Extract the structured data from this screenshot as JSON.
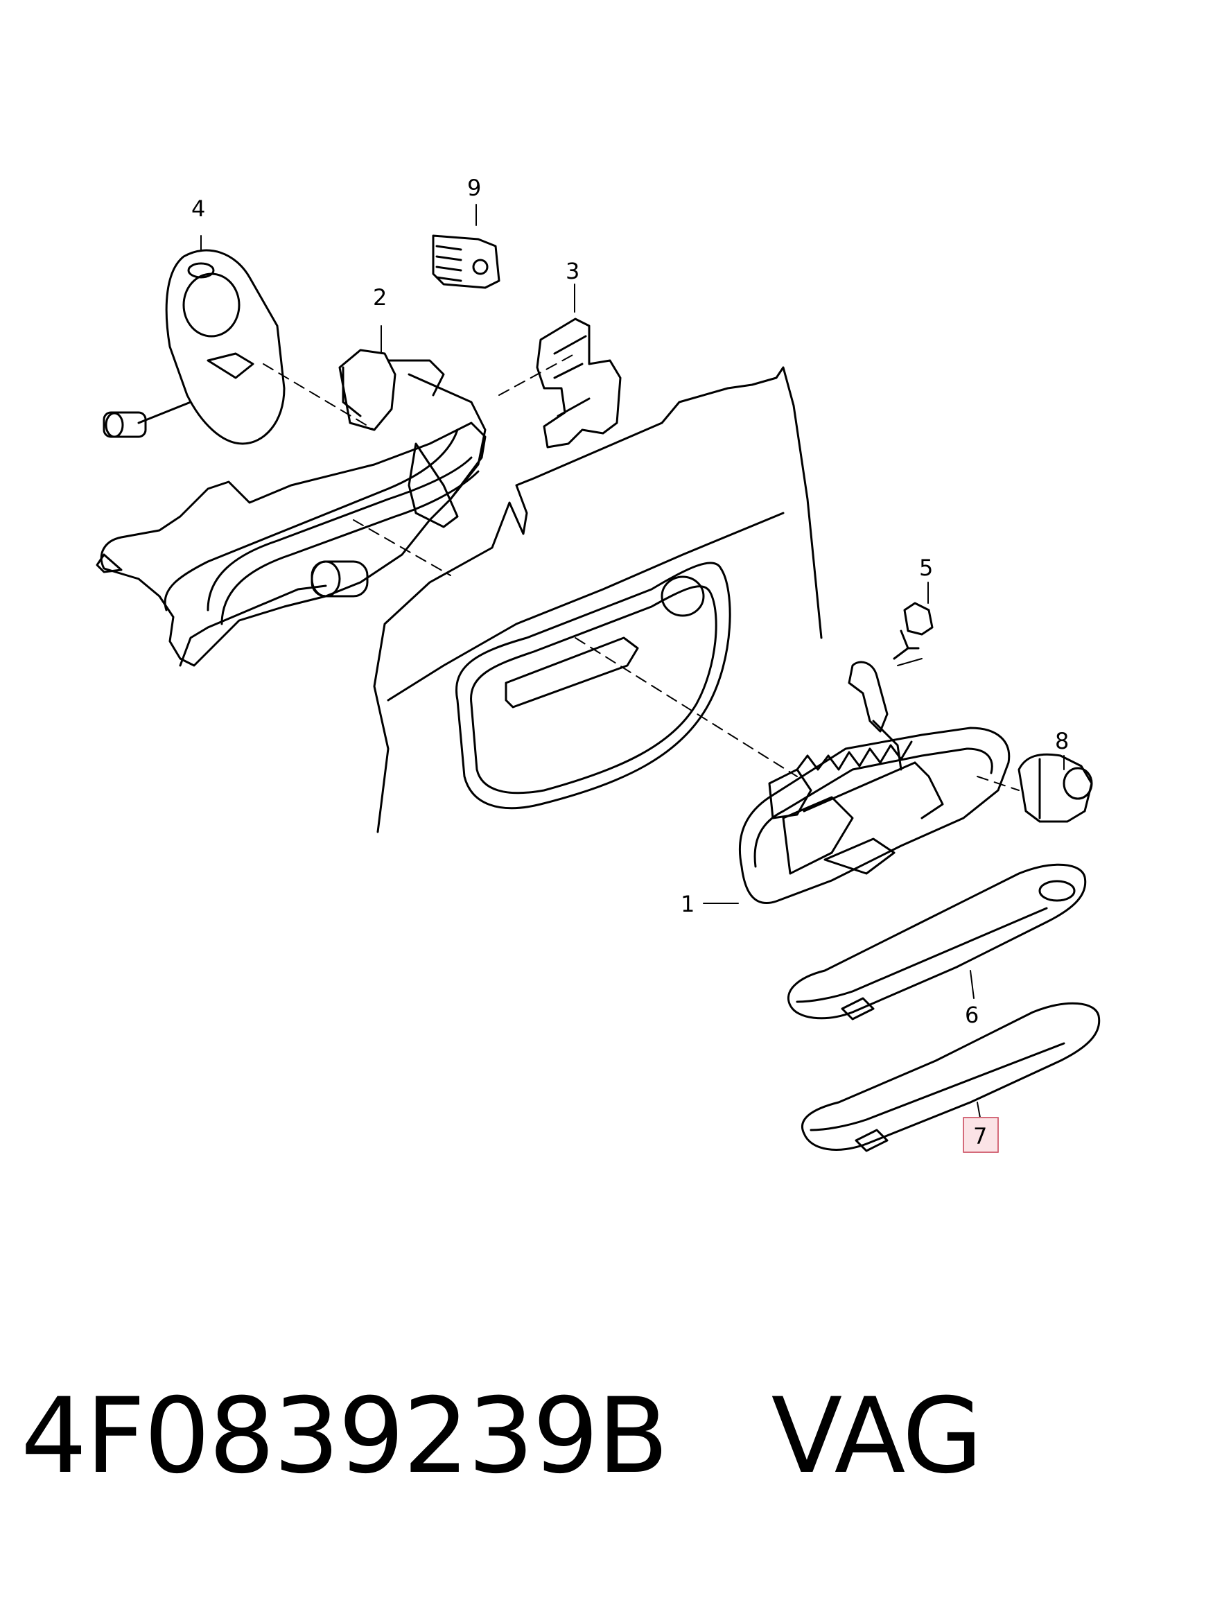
{
  "caption": {
    "part_number": "4F0839239B",
    "brand": "VAG"
  },
  "callouts": [
    "1",
    "2",
    "3",
    "4",
    "5",
    "6",
    "7",
    "8",
    "9"
  ],
  "highlighted_callout": "7",
  "colors": {
    "line": "#000000",
    "background": "#ffffff",
    "highlight_border": "#d46a7a",
    "highlight_fill": "#fbe3e6"
  }
}
